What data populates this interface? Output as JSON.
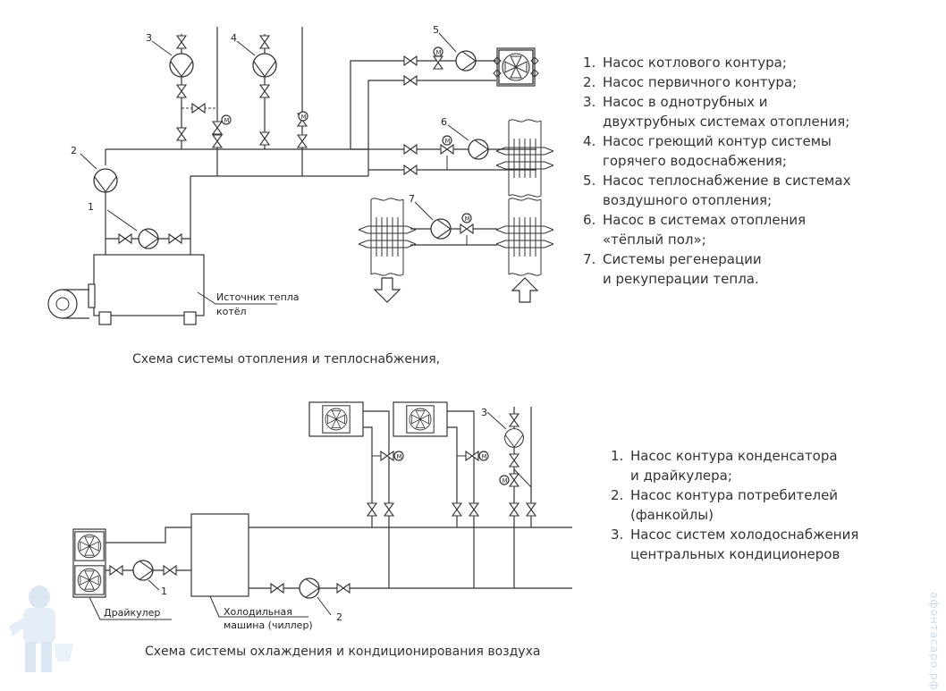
{
  "heating": {
    "caption": "Схема системы отопления и теплоснабжения,",
    "source_label_1": "Источник тепла",
    "source_label_2": "котёл",
    "pump_numbers": [
      "1",
      "2",
      "3",
      "4",
      "5",
      "6",
      "7"
    ],
    "legend": [
      {
        "n": "1.",
        "text": "Насос котлового контура;"
      },
      {
        "n": "2.",
        "text": "Насос первичного контура;"
      },
      {
        "n": "3.",
        "text": "Насос в однотрубных и\nдвухтрубных системах отопления;"
      },
      {
        "n": "4.",
        "text": "Насос греющий контур системы\nгорячего водоснабжения;"
      },
      {
        "n": "5.",
        "text": "Насос теплоснабжение в системах\nвоздушного отопления;"
      },
      {
        "n": "6.",
        "text": "Насос в системах отопления\n«тёплый пол»;"
      },
      {
        "n": "7.",
        "text": "Системы регенерации\nи рекуперации тепла."
      }
    ]
  },
  "cooling": {
    "caption": "Схема системы охлаждения и кондиционирования воздуха",
    "drycooler_label": "Драйкулер",
    "chiller_label_1": "Холодильная",
    "chiller_label_2": "машина (чиллер)",
    "pump_numbers": [
      "1",
      "2",
      "3"
    ],
    "legend": [
      {
        "n": "1.",
        "text": "Насос контура конденсатора\nи драйкулера;"
      },
      {
        "n": "2.",
        "text": "Насос контура потребителей\n(фанкойлы)"
      },
      {
        "n": "3.",
        "text": "Насос систем холодоснабжения\nцентральных кондиционеров"
      }
    ]
  },
  "motor_letter": "M",
  "watermark": "афонтасаро.рф"
}
